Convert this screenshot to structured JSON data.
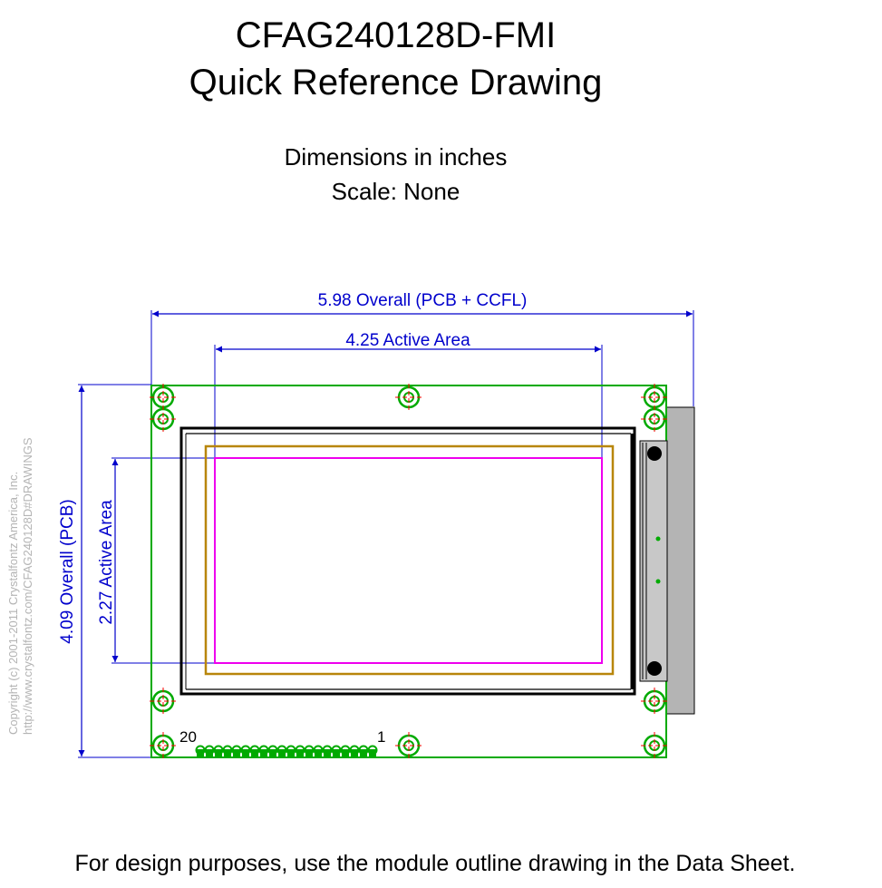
{
  "header": {
    "title_line1": "CFAG240128D-FMI",
    "title_line2": "Quick Reference Drawing",
    "units": "Dimensions in inches",
    "scale": "Scale: None"
  },
  "dimensions": {
    "overall_width": "5.98 Overall (PCB + CCFL)",
    "active_width": "4.25 Active Area",
    "overall_height": "4.09 Overall (PCB)",
    "active_height": "2.27 Active Area"
  },
  "pins": {
    "first": "20",
    "last": "1"
  },
  "copyright": {
    "line1": "Copyright (c) 2001-2011 Crystalfontz America, Inc.",
    "line2": "http://www.crystalfontz.com/CFAG240128D#DRAWINGS"
  },
  "footer": "For design purposes, use the module outline drawing in the Data Sheet.",
  "colors": {
    "pcb": "#00aa00",
    "dimension": "#0000cc",
    "active_area": "#ee00ee",
    "viewing_area": "#b8860b",
    "ccfl": "#b4b4b4",
    "mount_cross": "#ff0000"
  }
}
